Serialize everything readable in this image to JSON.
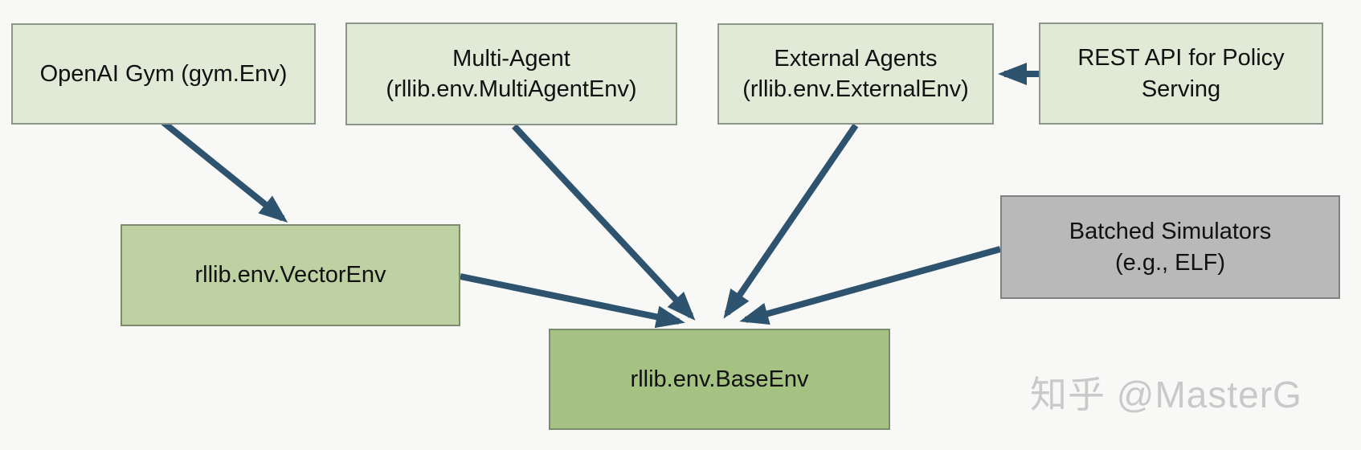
{
  "nodes": {
    "openai_gym": {
      "label": "OpenAI Gym (gym.Env)"
    },
    "multi_agent": {
      "line1": "Multi-Agent",
      "line2": "(rllib.env.MultiAgentEnv)"
    },
    "external_agents": {
      "line1": "External Agents",
      "line2": "(rllib.env.ExternalEnv)"
    },
    "rest_api": {
      "line1": "REST API for Policy",
      "line2": "Serving"
    },
    "vector_env": {
      "label": "rllib.env.VectorEnv"
    },
    "batched_simulators": {
      "line1": "Batched Simulators",
      "line2": "(e.g., ELF)"
    },
    "base_env": {
      "label": "rllib.env.BaseEnv"
    }
  },
  "edges": [
    {
      "from": "openai_gym",
      "to": "vector_env"
    },
    {
      "from": "multi_agent",
      "to": "base_env"
    },
    {
      "from": "vector_env",
      "to": "base_env"
    },
    {
      "from": "external_agents",
      "to": "base_env"
    },
    {
      "from": "batched_simulators",
      "to": "base_env"
    },
    {
      "from": "rest_api",
      "to": "external_agents"
    }
  ],
  "watermark": {
    "text": "知乎 @MasterG"
  },
  "colors": {
    "bg": "#f8f9f7",
    "node_light": "#e1ead7",
    "node_medium": "#bdd1a3",
    "node_dark": "#a5c283",
    "node_gray": "#b9b9b9",
    "border_light": "#8a968a",
    "border_green": "#7d8a6e",
    "border_gray": "#818181",
    "arrow": "#2e536e",
    "watermark": "#c9c9c9"
  }
}
